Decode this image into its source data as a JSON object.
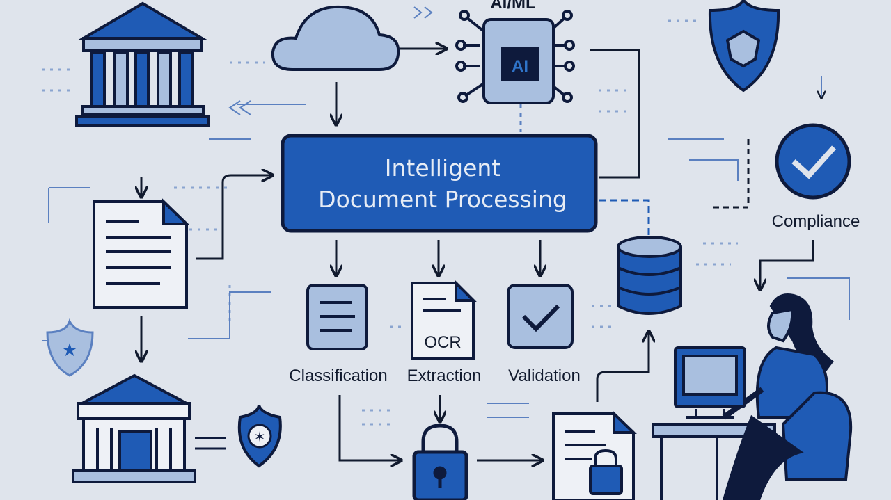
{
  "colors": {
    "background": "#dfe4ec",
    "navy": "#0e1a3c",
    "blue": "#1f5bb5",
    "light_blue": "#a9bfdf",
    "line": "#5b80c0"
  },
  "header": {
    "ai_ml_label": "AI/ML",
    "chip_label": "AI"
  },
  "main": {
    "title_line1": "Intelligent",
    "title_line2": "Document Processing"
  },
  "steps": [
    {
      "label": "Classification",
      "icon": "document-lines-icon"
    },
    {
      "label": "Extraction",
      "icon": "ocr-document-icon",
      "icon_text": "OCR"
    },
    {
      "label": "Validation",
      "icon": "checkbox-icon"
    }
  ],
  "compliance": {
    "label": "Compliance",
    "icon": "check-circle-icon"
  },
  "icons": [
    "bank-icon",
    "cloud-icon",
    "ai-chip-icon",
    "shield-icon",
    "document-icon",
    "shield-star-icon",
    "government-building-icon",
    "police-badge-icon",
    "lock-icon",
    "locked-document-icon",
    "database-icon",
    "user-at-computer-icon"
  ]
}
